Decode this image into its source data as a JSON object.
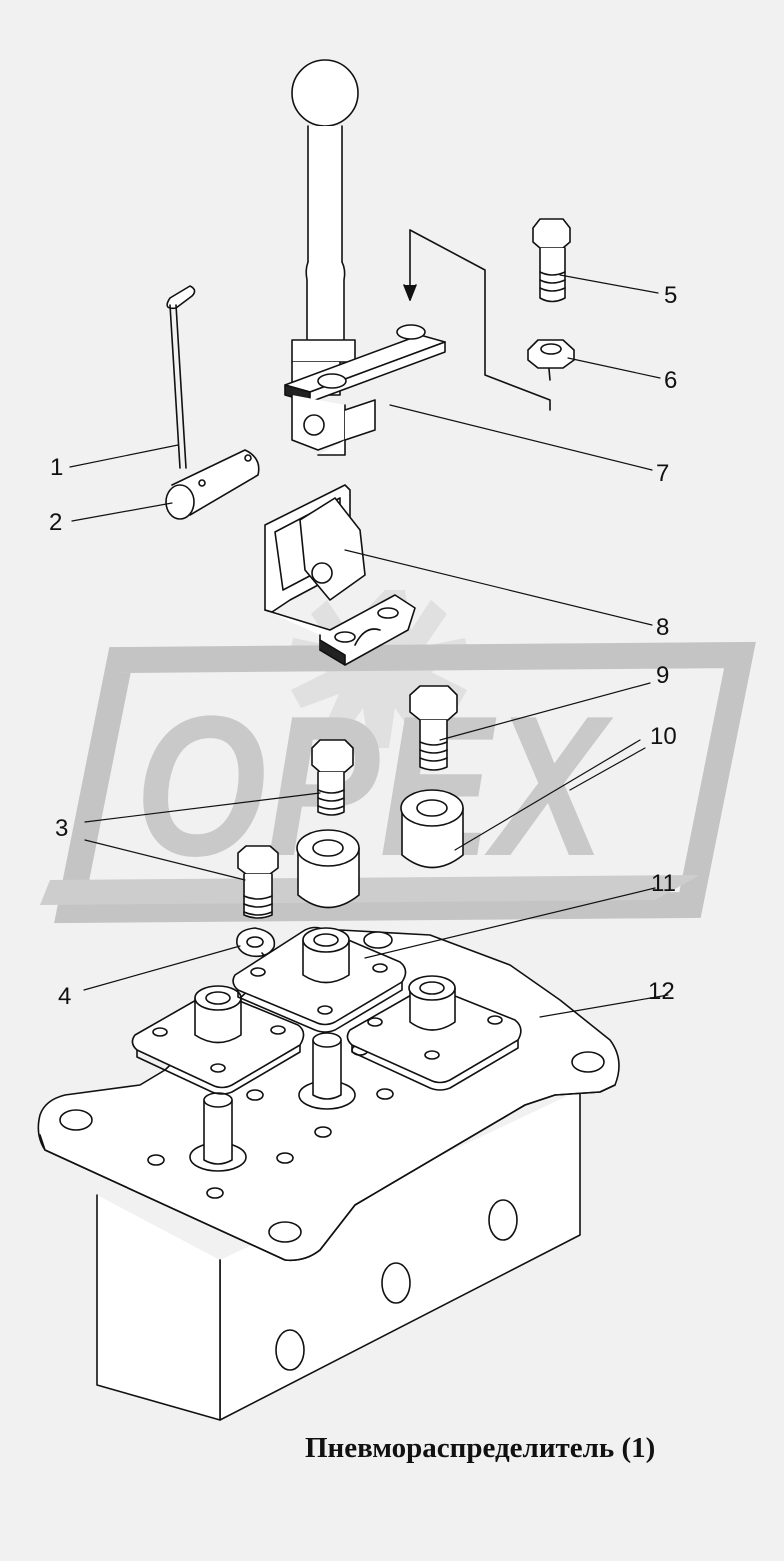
{
  "diagram": {
    "title": "Пневмораспределитель (1)",
    "watermark": "OPEX",
    "callouts": [
      "1",
      "2",
      "3",
      "4",
      "5",
      "6",
      "7",
      "8",
      "9",
      "10",
      "11",
      "12"
    ]
  },
  "colors": {
    "background": "#f1f1f1",
    "line": "#111111",
    "part_fill": "#ffffff",
    "watermark": "#c8c8c8"
  }
}
